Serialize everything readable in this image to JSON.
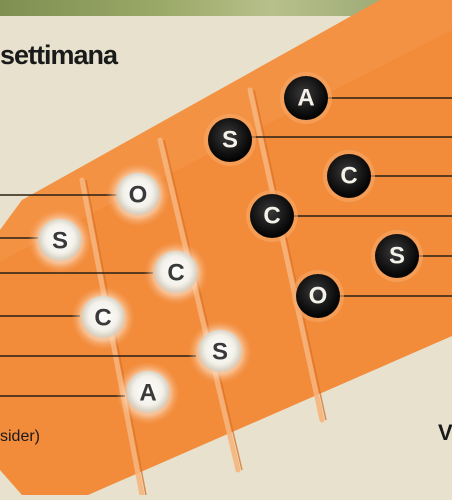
{
  "title": "settimana",
  "caption": "sider)",
  "corner_letter": "V",
  "colors": {
    "background": "#e7e1cd",
    "tray_orange": "#f28b3a",
    "bead_white": "#f6f4ee",
    "bead_black": "#1b1b1b"
  },
  "beads": [
    {
      "letter": "O",
      "style": "white"
    },
    {
      "letter": "S",
      "style": "white"
    },
    {
      "letter": "C",
      "style": "white"
    },
    {
      "letter": "C",
      "style": "white"
    },
    {
      "letter": "S",
      "style": "white"
    },
    {
      "letter": "A",
      "style": "white"
    },
    {
      "letter": "A",
      "style": "black"
    },
    {
      "letter": "S",
      "style": "black"
    },
    {
      "letter": "C",
      "style": "black"
    },
    {
      "letter": "C",
      "style": "black"
    },
    {
      "letter": "S",
      "style": "black"
    },
    {
      "letter": "O",
      "style": "black"
    }
  ]
}
